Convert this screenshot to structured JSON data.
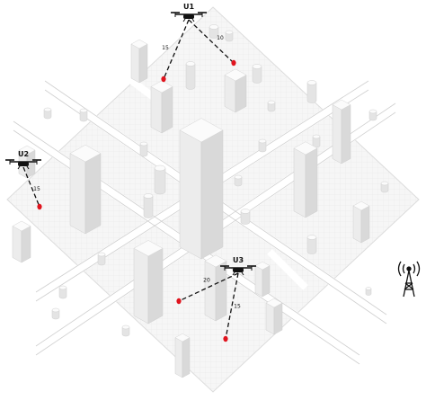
{
  "scene": {
    "colors": {
      "ground": "#f5f5f5",
      "grid": "#e3e3e3",
      "road": "#ffffff",
      "building_top": "#fbfbfb",
      "building_left": "#ececec",
      "building_right": "#d9d9d9",
      "drone": "#111111",
      "user": "#e0141e",
      "link": "#111111"
    },
    "icons": [
      "drone-icon",
      "user-equipment-icon",
      "cell-tower-icon"
    ]
  },
  "uavs": [
    {
      "label": "U1",
      "links": [
        {
          "distance": "15"
        },
        {
          "distance": "10"
        }
      ]
    },
    {
      "label": "U2",
      "links": [
        {
          "distance": "15"
        }
      ]
    },
    {
      "label": "U3",
      "links": [
        {
          "distance": "20"
        },
        {
          "distance": "15"
        }
      ]
    }
  ]
}
